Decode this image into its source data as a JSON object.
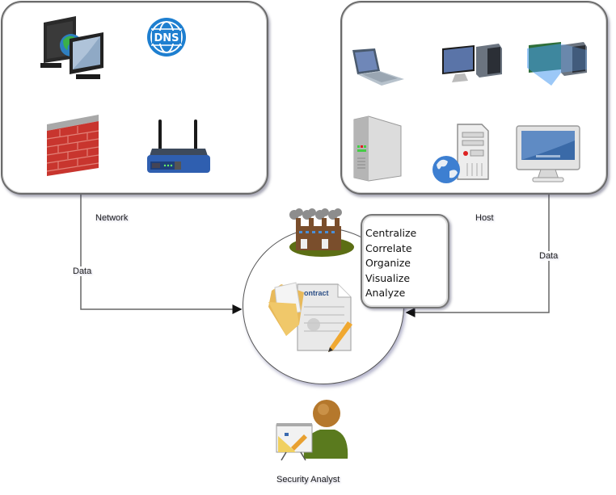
{
  "diagram": {
    "network_group": {
      "label": "Network",
      "icons": [
        "network-computers-icon",
        "dns-icon",
        "firewall-icon",
        "wireless-router-icon"
      ],
      "dns_text": "DNS"
    },
    "host_group": {
      "label": "Host",
      "icons": [
        "laptop-icon",
        "desktop-computer-icon",
        "virtual-machine-icon",
        "tower-server-icon",
        "web-server-icon",
        "imac-monitor-icon"
      ]
    },
    "edges": {
      "network_to_hub": "Data",
      "host_to_hub": "Data"
    },
    "hub": {
      "icons": [
        "factory-icon",
        "contract-document-icon"
      ],
      "contract_text": "ontract",
      "functions": [
        "Centralize",
        "Correlate",
        "Organize",
        "Visualize",
        "Analyze"
      ]
    },
    "actor": {
      "label": "Security Analyst"
    },
    "colors": {
      "border": "#6b6b6b",
      "dns_blue": "#1e7fd0",
      "router_blue": "#2f5fb0",
      "firewall_red": "#c8352e",
      "analyst_green": "#5a7a1e",
      "analyst_head": "#b5782c"
    }
  }
}
